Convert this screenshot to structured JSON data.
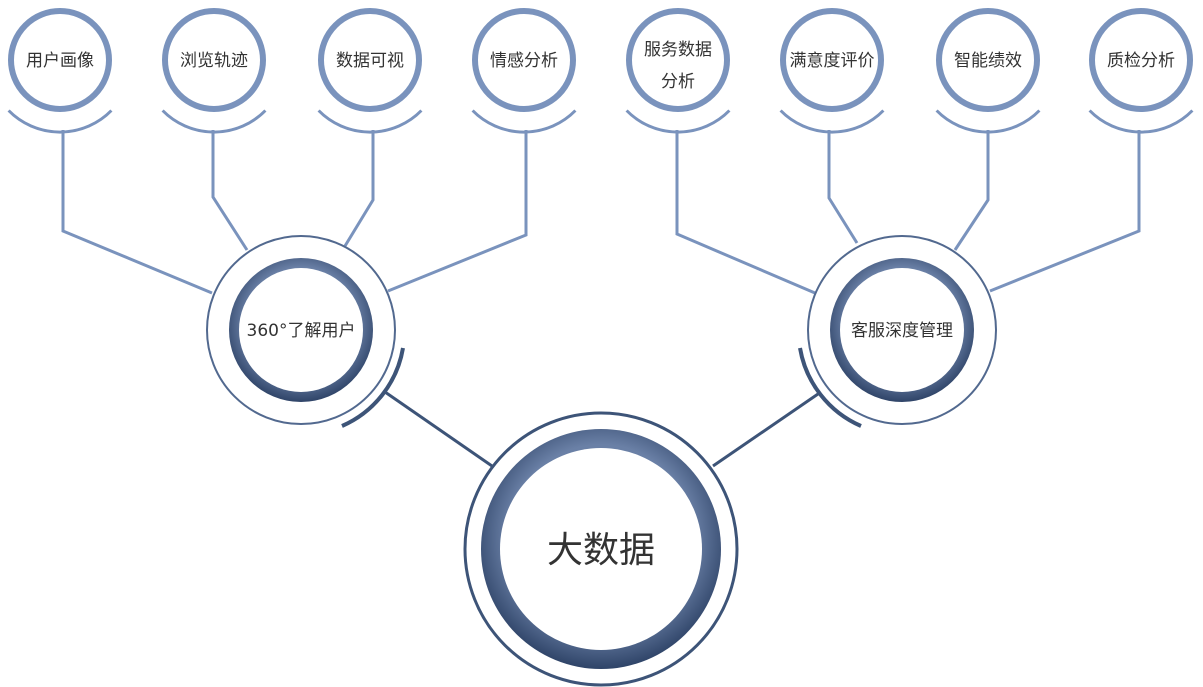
{
  "root": {
    "label": "大数据"
  },
  "branches": [
    {
      "label": "360°了解用户",
      "children": [
        {
          "lines": [
            "用户画像"
          ]
        },
        {
          "lines": [
            "浏览轨迹"
          ]
        },
        {
          "lines": [
            "数据可视"
          ]
        },
        {
          "lines": [
            "情感分析"
          ]
        }
      ]
    },
    {
      "label": "客服深度管理",
      "children": [
        {
          "lines": [
            "服务数据",
            "分析"
          ]
        },
        {
          "lines": [
            "满意度评价"
          ]
        },
        {
          "lines": [
            "智能绩效"
          ]
        },
        {
          "lines": [
            "质检分析"
          ]
        }
      ]
    }
  ],
  "colors": {
    "leaf_ring": "#7a93bd",
    "connector": "#7a93bd",
    "hub_dark": "#3d5478",
    "hub_outline": "#52698f",
    "text": "#333333"
  }
}
